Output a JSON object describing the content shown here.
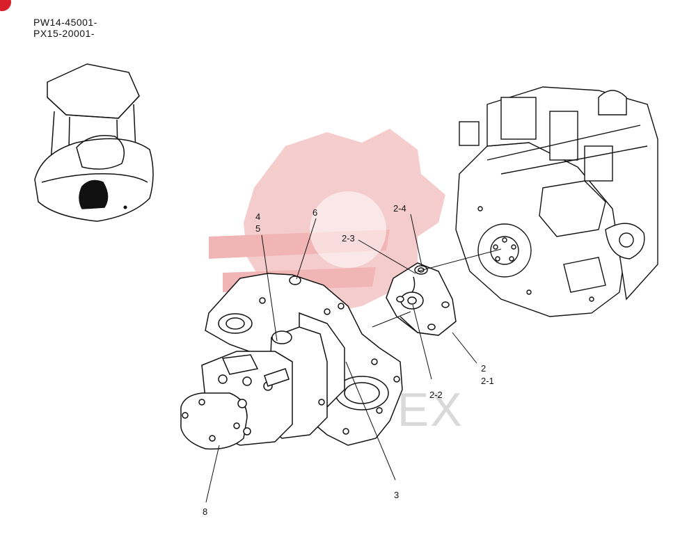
{
  "serial_numbers": [
    "PW14-45001-",
    "PX15-20001-"
  ],
  "watermark_text": "VIHTEX",
  "callouts": {
    "c4": "4",
    "c5": "5",
    "c6": "6",
    "c2_4": "2-4",
    "c2_3": "2-3",
    "c2": "2",
    "c2_1": "2-1",
    "c2_2": "2-2",
    "c3": "3",
    "c8": "8"
  },
  "colors": {
    "watermark": "#f2b8b8",
    "line": "#111111",
    "corner_mark": "#d81f2a"
  }
}
